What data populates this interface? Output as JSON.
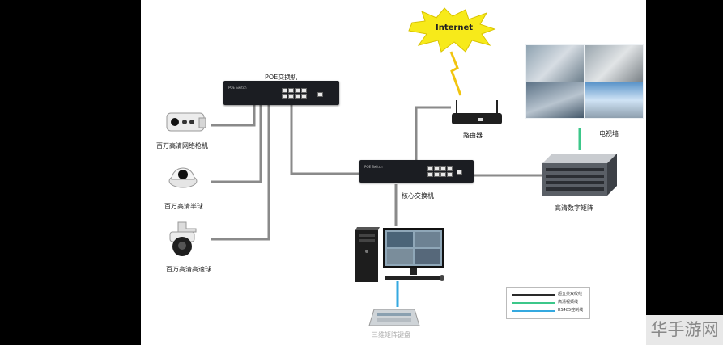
{
  "diagram": {
    "internet_label": "Internet",
    "poe_switch_label": "POE交换机",
    "router_label": "路由器",
    "tvwall_label": "电视墙",
    "core_switch_label": "核心交换机",
    "nvr_label": "高清数字矩阵",
    "bullet_cam_label": "百万高清网络枪机",
    "dome_cam_label": "百万高清半球",
    "speed_dome_label": "百万高清高速球",
    "keyboard_label": "三维矩阵键盘",
    "switch_brand": "POE Switch",
    "legend": [
      {
        "label": "超五类双绞线",
        "color": "#2a2a2a"
      },
      {
        "label": "高清视频线",
        "color": "#3cc78a"
      },
      {
        "label": "RS485控制线",
        "color": "#35a9e0"
      }
    ]
  },
  "watermark": "华手游网"
}
